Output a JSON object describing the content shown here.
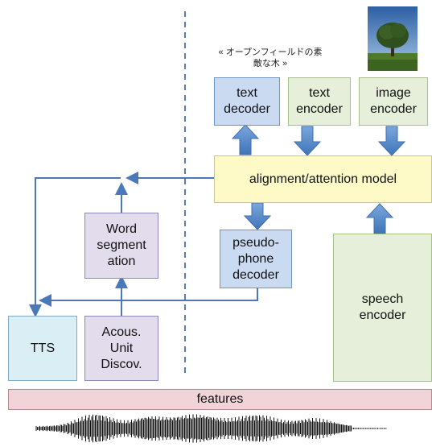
{
  "caption": "« オープンフィールドの素敵な木 »",
  "caption_line1": "« オープンフィールドの素",
  "caption_line2": "敵な木 »",
  "boxes": {
    "text_decoder": "text\ndecoder",
    "text_encoder": "text\nencoder",
    "image_encoder": "image\nencoder",
    "alignment": "alignment/attention model",
    "pseudo_phone": "pseudo-\nphone\ndecoder",
    "speech_encoder": "speech\nencoder",
    "word_segmentation": "Word\nsegment\nation",
    "tts": "TTS",
    "acous_unit": "Acous.\nUnit\nDiscov.",
    "features": "features"
  },
  "colors": {
    "arrow_blue": "#4f86c6",
    "line_blue": "#4a78b8",
    "dashed": "#5b7fb0"
  },
  "icons": {
    "photo": "tree-photo",
    "waveform": "speech-waveform"
  }
}
